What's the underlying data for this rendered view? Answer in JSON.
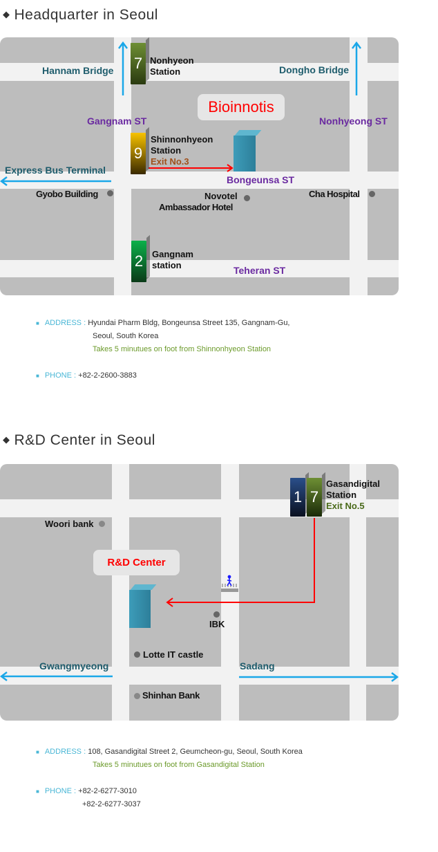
{
  "hq": {
    "title": "Headquarter in Seoul",
    "map": {
      "company": "Bioinnotis",
      "streets": {
        "gangnam": "Gangnam ST",
        "nonhyeong": "Nonhyeong ST",
        "bongeunsa": "Bongeunsa ST",
        "teheran": "Teheran ST"
      },
      "directions": {
        "hannam": "Hannam Bridge",
        "dongho": "Dongho Bridge",
        "express": "Express Bus Terminal"
      },
      "stations": [
        {
          "line": "7",
          "name1": "Nonhyeon",
          "name2": "Station",
          "color": "#5a7a2a"
        },
        {
          "line": "9",
          "name1": "Shinnonhyeon",
          "name2": "Station",
          "exit": "Exit No.3",
          "color": "#e2a800"
        },
        {
          "line": "2",
          "name1": "Gangnam",
          "name2": "station",
          "color": "#0a9a40"
        }
      ],
      "landmarks": {
        "gyobo": "Gyobo Building",
        "novotel1": "Novotel",
        "novotel2": "Ambassador Hotel",
        "cha": "Cha Hospital"
      }
    },
    "address_label": "ADDRESS",
    "address_line1": "Hyundai Pharm Bldg, Bongeunsa Street 135, Gangnam-Gu,",
    "address_line2": "Seoul, South Korea",
    "note": "Takes 5 minutues on foot from Shinnonhyeon Station",
    "phone_label": "PHONE",
    "phone": "+82-2-2600-3883"
  },
  "rd": {
    "title": "R&D Center in Seoul",
    "map": {
      "company": "R&D Center",
      "station": {
        "line1": "1",
        "line2": "7",
        "name1": "Gasandigital",
        "name2": "Station",
        "exit": "Exit No.5"
      },
      "directions": {
        "gwangmyeong": "Gwangmyeong",
        "sadang": "Sadang"
      },
      "landmarks": {
        "woori": "Woori bank",
        "ibk": "IBK",
        "lotte": "Lotte IT castle",
        "shinhan": "Shinhan Bank"
      }
    },
    "address_label": "ADDRESS",
    "address": "108, Gasandigital Street 2, Geumcheon-gu, Seoul, South Korea",
    "note": "Takes 5 minutues on foot from Gasandigital Station",
    "phone_label": "PHONE",
    "phones": [
      "+82-2-6277-3010",
      "+82-2-6277-3037"
    ]
  },
  "colors": {
    "accent": "#4ab7d6",
    "route": "#ff0000",
    "arrow": "#1aa7e8"
  }
}
